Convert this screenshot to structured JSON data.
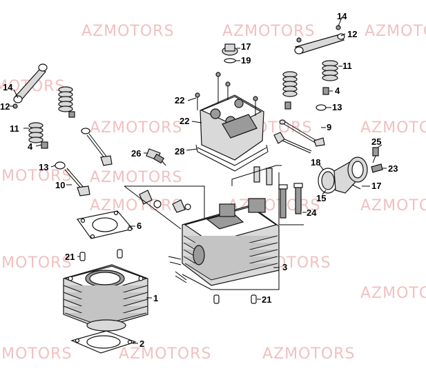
{
  "watermark": {
    "text": "AZMOTORS",
    "color": "#f1c0c0"
  },
  "labels": {
    "l14_right": "14",
    "l12_right": "12",
    "l17_top": "17",
    "l19": "19",
    "l11_right": "11",
    "l4_right": "4",
    "l13_right": "13",
    "l9": "9",
    "l22_a": "22",
    "l22_b": "22",
    "l28": "28",
    "l14_left": "14",
    "l12_left": "12",
    "l11_left": "11",
    "l4_left": "4",
    "l26": "26",
    "l13_left": "13",
    "l10": "10",
    "l25": "25",
    "l18": "18",
    "l23": "23",
    "l17_right": "17",
    "l15": "15",
    "l24": "24",
    "l6": "6",
    "l21_left": "21",
    "l3": "3",
    "l1": "1",
    "l21_bottom": "21",
    "l2": "2"
  }
}
